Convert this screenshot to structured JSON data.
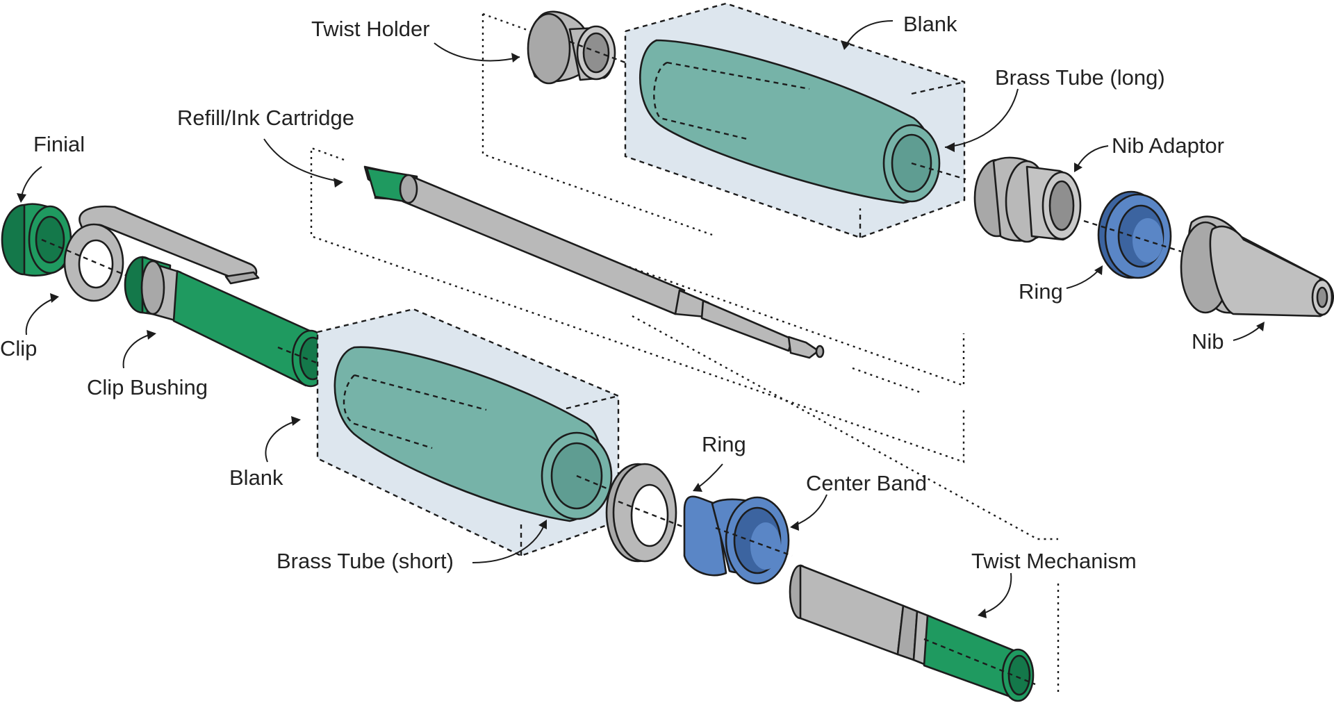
{
  "labels": {
    "twist_holder": "Twist Holder",
    "blank_top": "Blank",
    "brass_tube_long": "Brass Tube (long)",
    "nib_adaptor": "Nib Adaptor",
    "ring_right": "Ring",
    "nib": "Nib",
    "refill": "Refill/Ink Cartridge",
    "finial": "Finial",
    "clip": "Clip",
    "clip_bushing": "Clip Bushing",
    "blank_bottom": "Blank",
    "brass_tube_short": "Brass Tube (short)",
    "ring_middle": "Ring",
    "center_band": "Center Band",
    "twist_mechanism": "Twist Mechanism"
  },
  "colors": {
    "green": "#1f9a60",
    "green_dark": "#14784a",
    "teal_blank": "#76b3a8",
    "blank_box": "#dde6ee",
    "blue": "#5a86c6",
    "blue_dark": "#3c64a0",
    "gray": "#b9b9b9",
    "gray_dark": "#8f8f8f"
  }
}
